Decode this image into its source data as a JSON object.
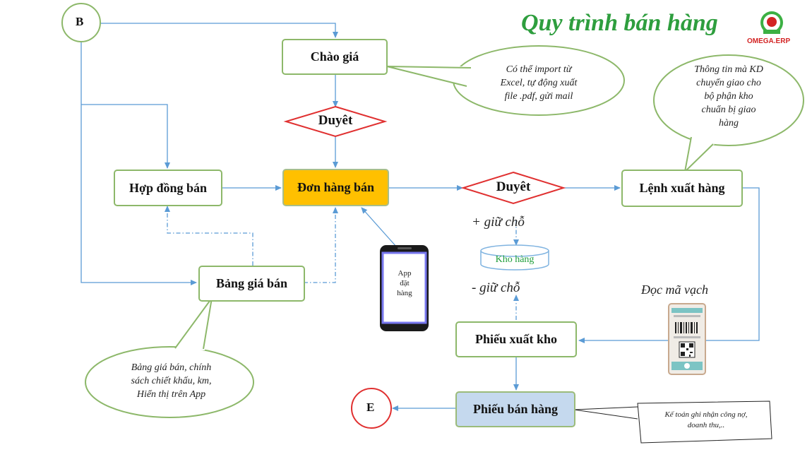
{
  "title": "Quy trình bán hàng",
  "logo": {
    "text": "OMEGA.ERP",
    "primary": "#d32424",
    "accent": "#3cb043"
  },
  "colors": {
    "arrow": "#5b9bd5",
    "box_border": "#8db86a",
    "decision_border": "#e03030",
    "accent_orange": "#ffc000",
    "accent_blue": "#c5d9ee",
    "title_green": "#2e9e3e"
  },
  "nodes": {
    "start": "B",
    "end": "E",
    "chao_gia": "Chào giá",
    "duyet_1": "Duyêt",
    "hop_dong_ban": "Hợp đồng bán",
    "don_hang_ban": "Đơn hàng bán",
    "duyet_2": "Duyêt",
    "lenh_xuat_hang": "Lệnh xuất hàng",
    "bang_gia_ban": "Bảng giá bán",
    "kho_hang": "Kho hàng",
    "phieu_xuat_kho": "Phiếu xuất kho",
    "phieu_ban_hang": "Phiếu bán hàng"
  },
  "labels": {
    "giu_cho_plus": "+ giữ chỗ",
    "giu_cho_minus": "- giữ chỗ",
    "doc_ma_vach": "Đọc mã vạch",
    "app_dat_hang": [
      "App",
      "đặt",
      "hàng"
    ]
  },
  "notes": {
    "chao_gia_note": [
      "Có thể import từ",
      "Excel, tự động xuất",
      "file .pdf, gửi mail"
    ],
    "lenh_xuat_note": [
      "Thông tin mà KD",
      "chuyển giao cho",
      "bộ phận  kho",
      "chuẩn bị giao",
      "hàng"
    ],
    "bang_gia_note": [
      "Bảng giá bán, chính",
      "sách chiết khấu, km,",
      "Hiển thị trên App"
    ],
    "phieu_ban_note": [
      "Kế toán ghi nhận công nợ,",
      "doanh thu,.."
    ]
  }
}
